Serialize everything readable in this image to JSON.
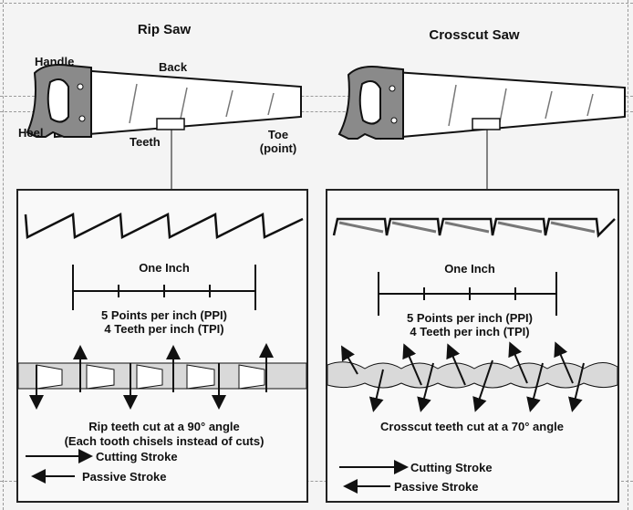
{
  "rip": {
    "title": "Rip Saw",
    "handle": "Handle",
    "back": "Back",
    "heel": "Heel",
    "teeth": "Teeth",
    "toe": "Toe",
    "toe_sub": "(point)",
    "one_inch": "One Inch",
    "ppi": "5 Points per inch (PPI)",
    "tpi": "4 Teeth per inch (TPI)",
    "caption_1": "Rip teeth cut at a 90° angle",
    "caption_2": "(Each tooth chisels instead of cuts)",
    "cutting_stroke": "Cutting Stroke",
    "passive_stroke": "Passive Stroke"
  },
  "crosscut": {
    "title": "Crosscut Saw",
    "one_inch": "One Inch",
    "ppi": "5 Points per inch (PPI)",
    "tpi": "4 Teeth per inch (TPI)",
    "caption": "Crosscut teeth cut at a 70° angle",
    "cutting_stroke": "Cutting Stroke",
    "passive_stroke": "Passive Stroke"
  },
  "colors": {
    "ink": "#111111",
    "saw_body": "#ffffff",
    "handle": "#8a8a8a",
    "wood": "#d9d9d9"
  },
  "icons": [
    "rip-saw-illustration",
    "crosscut-saw-illustration",
    "arrow-right-icon",
    "arrow-left-icon"
  ]
}
